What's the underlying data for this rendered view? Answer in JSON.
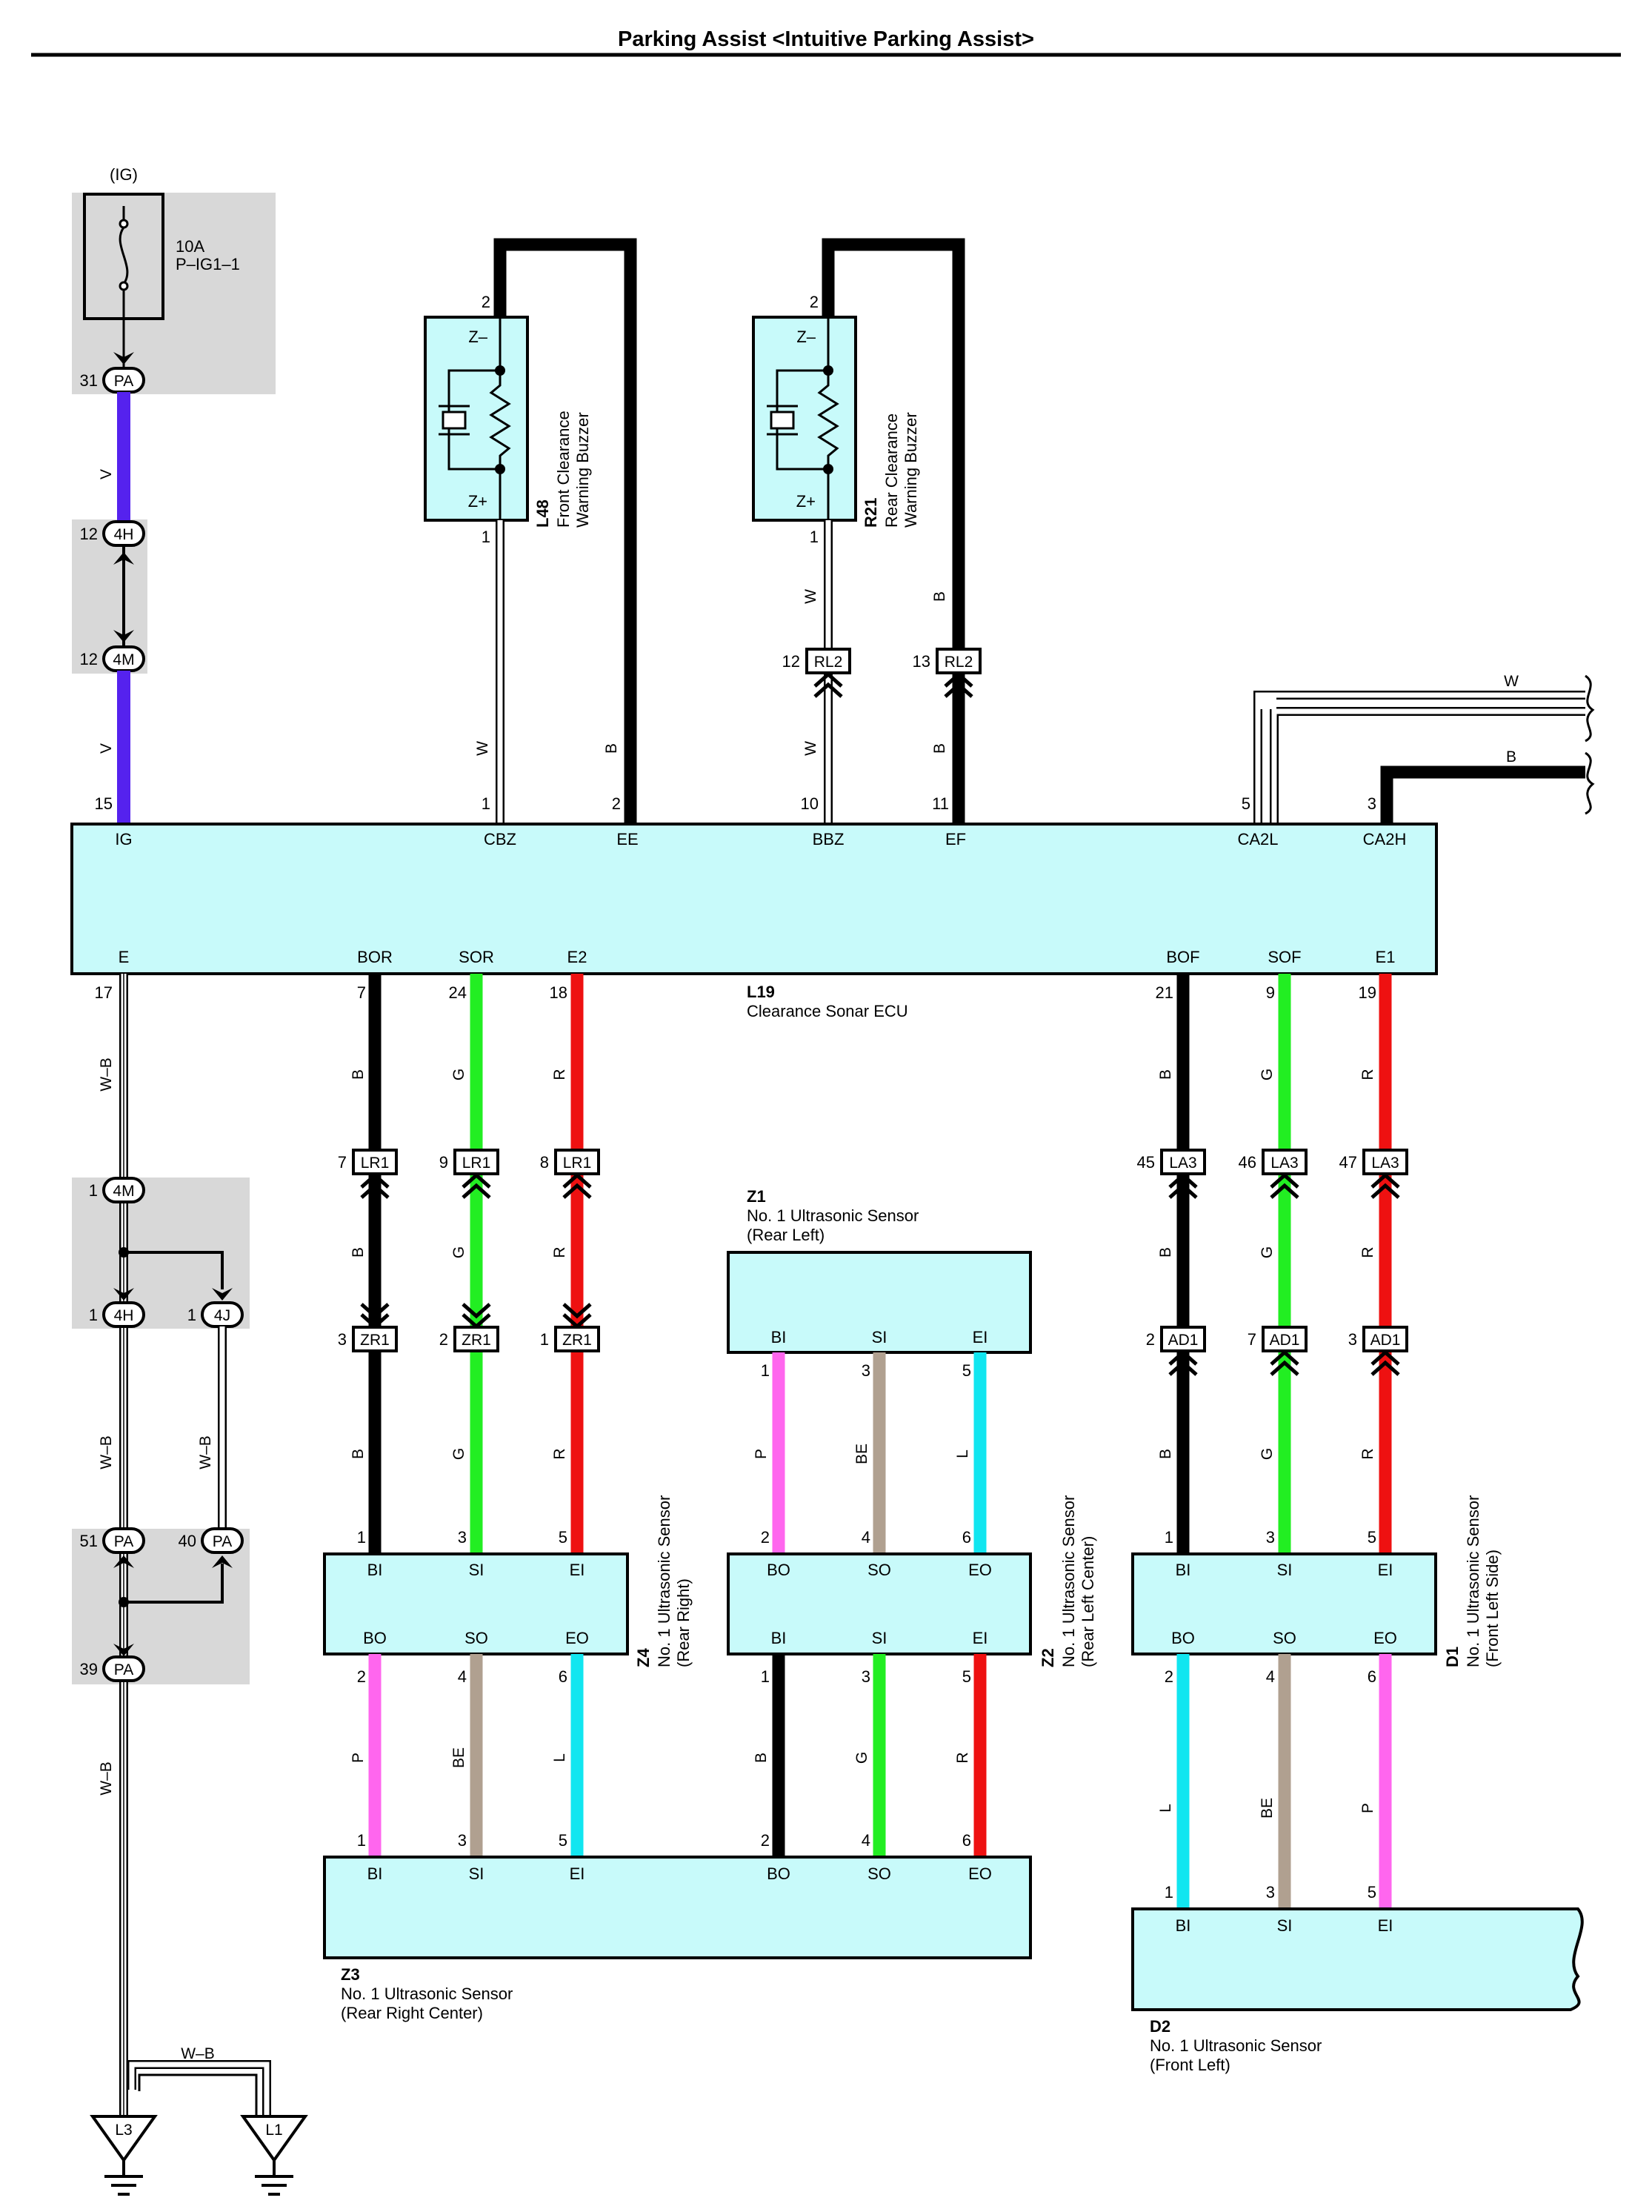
{
  "page_title": "Parking Assist <Intuitive Parking Assist>",
  "colors": {
    "V": "#5522ee",
    "B": "#000000",
    "G": "#22ee22",
    "R": "#ee1111",
    "P": "#ff66ee",
    "BE": "#b0a090",
    "L": "#11e6f0",
    "W": "#ffffff",
    "W-B": "#ffffff",
    "component": "#c8fafa",
    "junction_shade": "#d8d8d8"
  },
  "power": {
    "ig_label": "(IG)",
    "fuse_rating": "10A",
    "fuse_name": "P–IG1–1"
  },
  "junctions": {
    "pa31": {
      "pin": "31",
      "name": "PA"
    },
    "h12": {
      "pin": "12",
      "name": "4H"
    },
    "m12": {
      "pin": "12",
      "name": "4M"
    },
    "m1": {
      "pin": "1",
      "name": "4M"
    },
    "h1": {
      "pin": "1",
      "name": "4H"
    },
    "j1": {
      "pin": "1",
      "name": "4J"
    },
    "pa51": {
      "pin": "51",
      "name": "PA"
    },
    "pa40": {
      "pin": "40",
      "name": "PA"
    },
    "pa39": {
      "pin": "39",
      "name": "PA"
    }
  },
  "wire_codes": {
    "v": "V",
    "w": "W",
    "b": "B",
    "g": "G",
    "r": "R",
    "p": "P",
    "be": "BE",
    "l": "L",
    "wb": "W–B"
  },
  "buzzer_front": {
    "code": "L48",
    "name_line1": "Front Clearance",
    "name_line2": "Warning Buzzer",
    "pin_top": "2",
    "pin_bottom": "1",
    "z_minus": "Z–",
    "z_plus": "Z+"
  },
  "buzzer_rear": {
    "code": "R21",
    "name_line1": "Rear Clearance",
    "name_line2": "Warning Buzzer",
    "pin_top": "2",
    "pin_bottom": "1",
    "z_minus": "Z–",
    "z_plus": "Z+"
  },
  "rl2": {
    "name": "RL2",
    "pin_w": "12",
    "pin_b": "13"
  },
  "ecu": {
    "code": "L19",
    "name": "Clearance Sonar ECU",
    "top_pins": [
      {
        "num": "15",
        "name": "IG"
      },
      {
        "num": "1",
        "name": "CBZ"
      },
      {
        "num": "2",
        "name": "EE"
      },
      {
        "num": "10",
        "name": "BBZ"
      },
      {
        "num": "11",
        "name": "EF"
      },
      {
        "num": "5",
        "name": "CA2L"
      },
      {
        "num": "3",
        "name": "CA2H"
      }
    ],
    "bottom_pins": [
      {
        "num": "17",
        "name": "E"
      },
      {
        "num": "7",
        "name": "BOR"
      },
      {
        "num": "24",
        "name": "SOR"
      },
      {
        "num": "18",
        "name": "E2"
      },
      {
        "num": "21",
        "name": "BOF"
      },
      {
        "num": "9",
        "name": "SOF"
      },
      {
        "num": "19",
        "name": "E1"
      }
    ]
  },
  "lr1": {
    "name": "LR1",
    "pins": [
      "7",
      "9",
      "8"
    ]
  },
  "zr1": {
    "name": "ZR1",
    "pins": [
      "3",
      "2",
      "1"
    ]
  },
  "la3": {
    "name": "LA3",
    "pins": [
      "45",
      "46",
      "47"
    ]
  },
  "ad1": {
    "name": "AD1",
    "pins": [
      "2",
      "7",
      "3"
    ]
  },
  "sensor_z1": {
    "code": "Z1",
    "name": "No. 1 Ultrasonic Sensor",
    "location": "(Rear Left)",
    "pins": [
      {
        "num": "1",
        "name": "BI"
      },
      {
        "num": "3",
        "name": "SI"
      },
      {
        "num": "5",
        "name": "EI"
      }
    ]
  },
  "sensor_z4": {
    "code": "Z4",
    "name": "No. 1 Ultrasonic Sensor",
    "location": "(Rear Right)",
    "top_pins": [
      {
        "num": "1",
        "name": "BI"
      },
      {
        "num": "3",
        "name": "SI"
      },
      {
        "num": "5",
        "name": "EI"
      }
    ],
    "bottom_pins": [
      {
        "num": "2",
        "name": "BO"
      },
      {
        "num": "4",
        "name": "SO"
      },
      {
        "num": "6",
        "name": "EO"
      }
    ]
  },
  "sensor_z2": {
    "code": "Z2",
    "name": "No. 1 Ultrasonic Sensor",
    "location": "(Rear Left Center)",
    "top_pins": [
      {
        "num": "2",
        "name": "BO"
      },
      {
        "num": "4",
        "name": "SO"
      },
      {
        "num": "6",
        "name": "EO"
      }
    ],
    "bottom_pins": [
      {
        "num": "1",
        "name": "BI"
      },
      {
        "num": "3",
        "name": "SI"
      },
      {
        "num": "5",
        "name": "EI"
      }
    ]
  },
  "sensor_d1": {
    "code": "D1",
    "name": "No. 1 Ultrasonic Sensor",
    "location": "(Front Left Side)",
    "top_pins": [
      {
        "num": "1",
        "name": "BI"
      },
      {
        "num": "3",
        "name": "SI"
      },
      {
        "num": "5",
        "name": "EI"
      }
    ],
    "bottom_pins": [
      {
        "num": "2",
        "name": "BO"
      },
      {
        "num": "4",
        "name": "SO"
      },
      {
        "num": "6",
        "name": "EO"
      }
    ]
  },
  "sensor_z3": {
    "code": "Z3",
    "name": "No. 1 Ultrasonic Sensor",
    "location": "(Rear Right Center)",
    "pins": [
      {
        "num": "1",
        "name": "BI"
      },
      {
        "num": "3",
        "name": "SI"
      },
      {
        "num": "5",
        "name": "EI"
      },
      {
        "num": "2",
        "name": "BO"
      },
      {
        "num": "4",
        "name": "SO"
      },
      {
        "num": "6",
        "name": "EO"
      }
    ]
  },
  "sensor_d2": {
    "code": "D2",
    "name": "No. 1 Ultrasonic Sensor",
    "location": "(Front Left)",
    "pins": [
      {
        "num": "1",
        "name": "BI"
      },
      {
        "num": "3",
        "name": "SI"
      },
      {
        "num": "5",
        "name": "EI"
      }
    ]
  },
  "grounds": {
    "g1": "L3",
    "g2": "L1"
  }
}
